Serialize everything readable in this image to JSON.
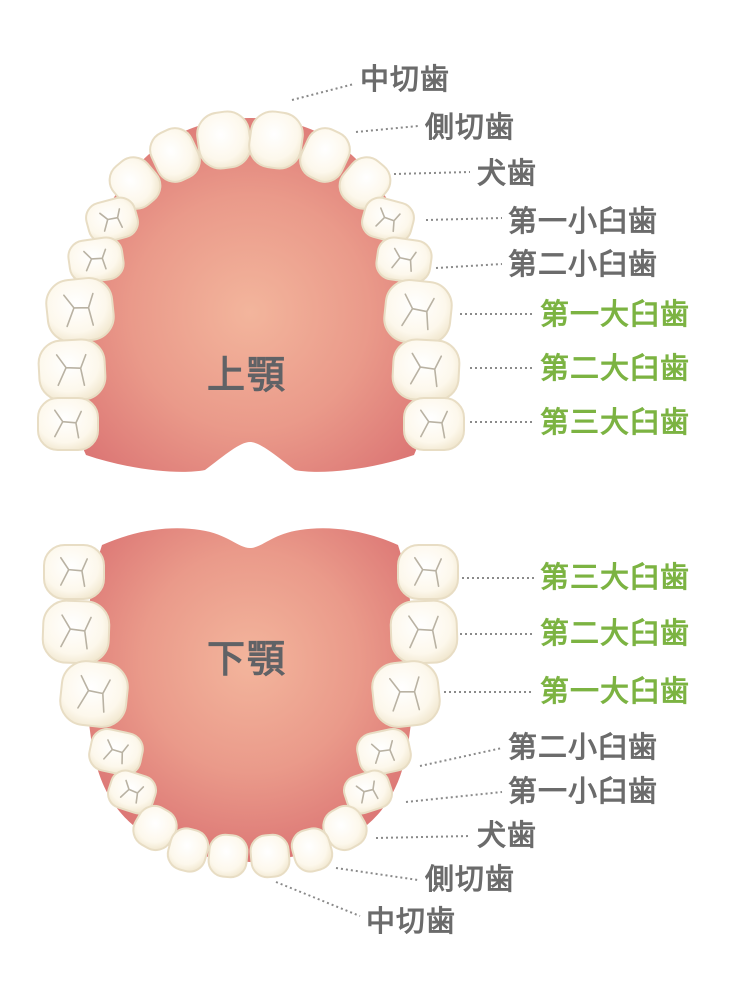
{
  "upper_jaw": {
    "title": "上顎",
    "labels": {
      "central_incisor": "中切歯",
      "lateral_incisor": "側切歯",
      "canine": "犬歯",
      "first_premolar": "第一小臼歯",
      "second_premolar": "第二小臼歯",
      "first_molar": "第一大臼歯",
      "second_molar": "第二大臼歯",
      "third_molar": "第三大臼歯"
    }
  },
  "lower_jaw": {
    "title": "下顎",
    "labels": {
      "third_molar": "第三大臼歯",
      "second_molar": "第二大臼歯",
      "first_molar": "第一大臼歯",
      "second_premolar": "第二小臼歯",
      "first_premolar": "第一小臼歯",
      "canine": "犬歯",
      "lateral_incisor": "側切歯",
      "central_incisor": "中切歯"
    }
  },
  "colors": {
    "gum_outer": "#dc7775",
    "gum_inner": "#f2b29b",
    "tooth_fill": "#fdf8ec",
    "tooth_stroke": "#e8ddc4",
    "molar_label": "#7cb342",
    "other_label": "#6b6b6b",
    "leader_line": "#8a8a8a"
  }
}
